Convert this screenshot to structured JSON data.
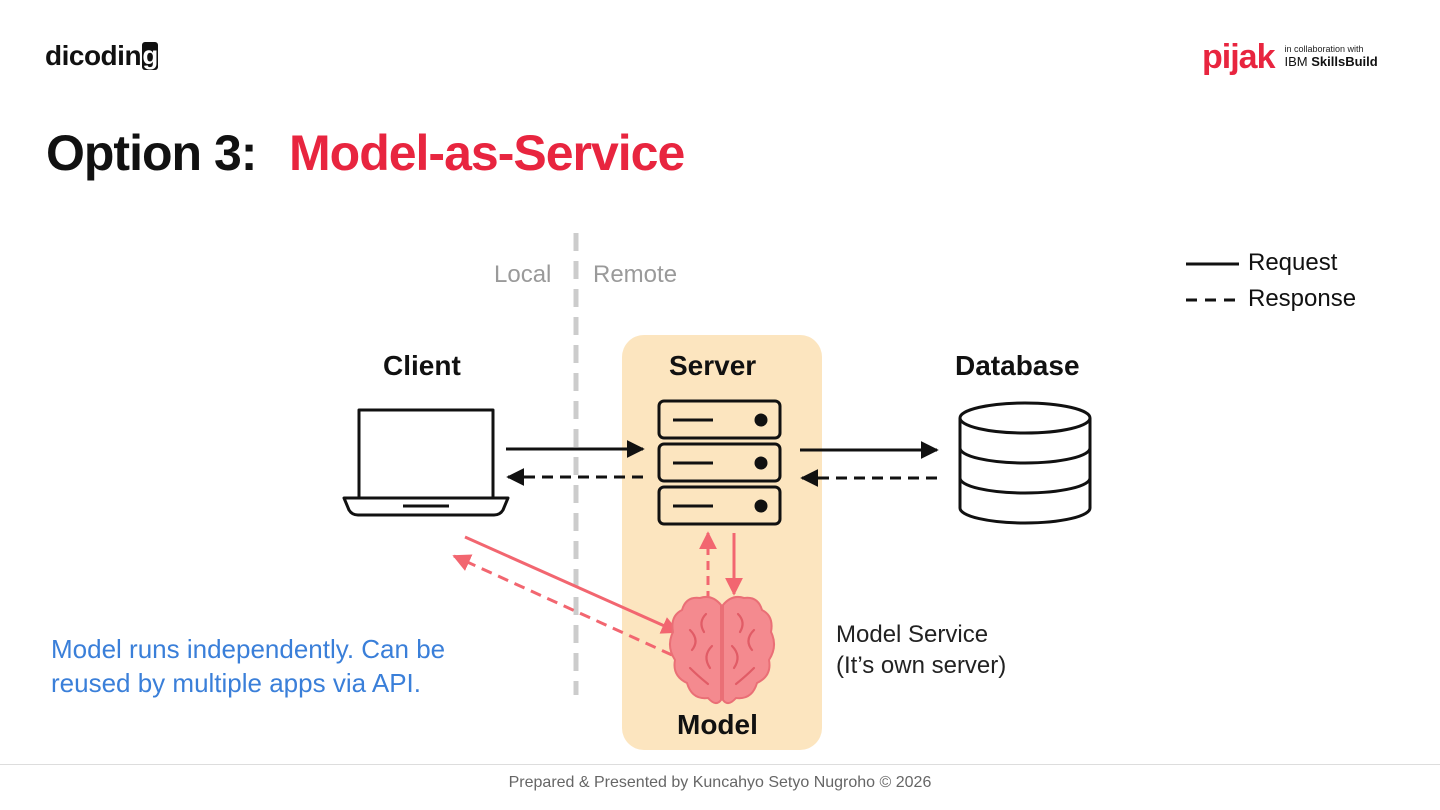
{
  "header": {
    "logo_left": "dicodin",
    "logo_left_boxed": "g",
    "logo_right": "pijak",
    "logo_right_collab": "in collaboration with",
    "logo_right_ibm": "IBM",
    "logo_right_skills": "SkillsBuild"
  },
  "title": {
    "prefix": "Option 3:",
    "accent": "Model-as-Service"
  },
  "diagram": {
    "region_left": "Local",
    "region_right": "Remote",
    "nodes": {
      "client": "Client",
      "server": "Server",
      "database": "Database",
      "model": "Model"
    },
    "legend": {
      "request": "Request",
      "response": "Response"
    },
    "model_service_line1": "Model Service",
    "model_service_line2": "(It’s own server)",
    "note": "Model runs independently. Can be reused by multiple apps via API."
  },
  "colors": {
    "accent": "#e8253f",
    "note": "#3a7fd9",
    "panel": "#fce5bf",
    "arrow_model": "#f26670",
    "divider": "#cccccc"
  },
  "icons": {
    "client": "laptop-icon",
    "server": "server-rack-icon",
    "database": "database-icon",
    "model": "brain-icon"
  },
  "footer": {
    "credit": "Prepared & Presented by Kuncahyo Setyo Nugroho © 2026"
  }
}
